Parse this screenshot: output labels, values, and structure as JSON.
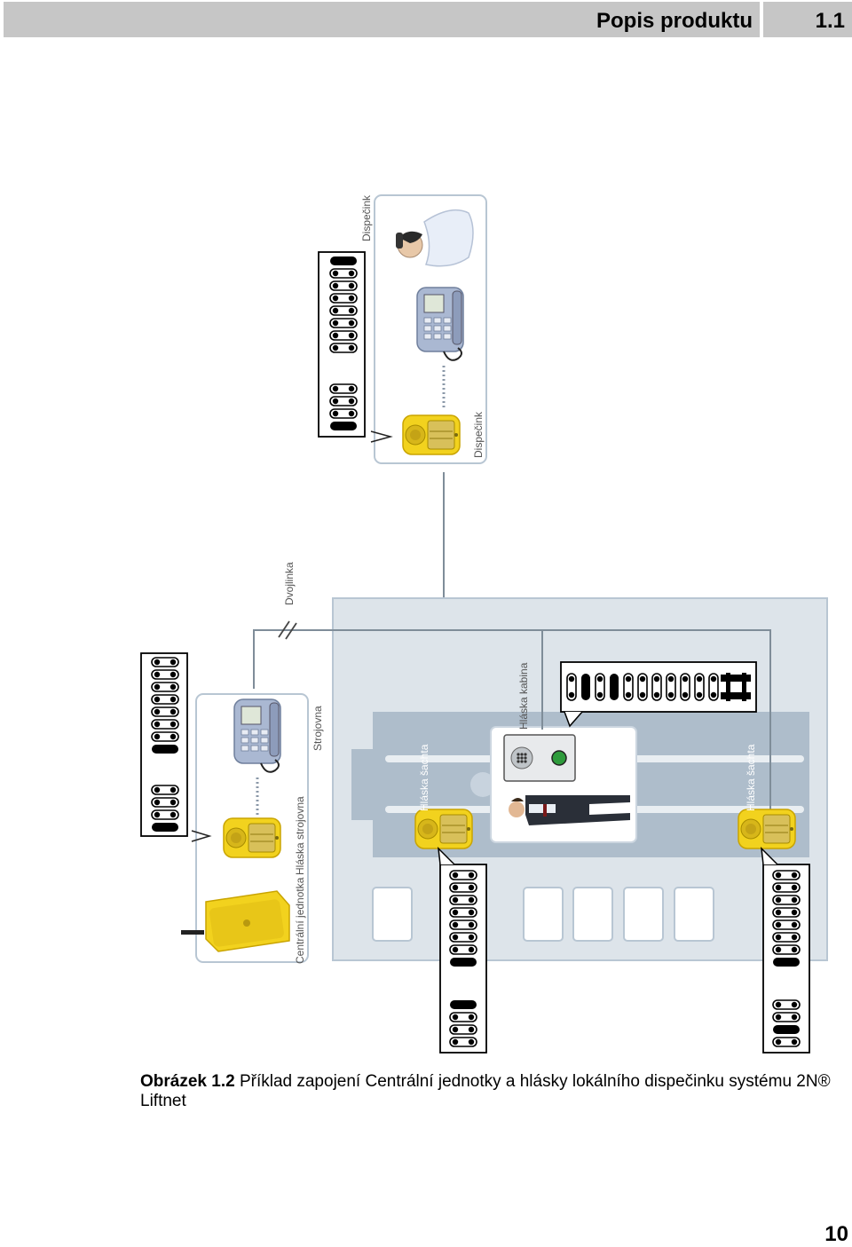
{
  "header": {
    "title": "Popis produktu",
    "section": "1.1"
  },
  "diagram": {
    "labels": {
      "dispecink_top": "Dispečink",
      "dispecink_box": "Dispečink",
      "dvojlinka": "Dvojlinka",
      "strojovna": "Strojovna",
      "hlaska_kabina": "Hláska kabina",
      "hlaska_sachta_left": "Hláska šachta",
      "hlaska_sachta_right": "Hláska šachta",
      "centralni_jednotka": "Centrální jednotka",
      "hlaska_strojovna": "Hláska strojovna"
    },
    "colors": {
      "device_yellow": "#f2d21e",
      "building": "#dde4ea",
      "shaft": "#aebdcb",
      "line": "#7f8d99"
    }
  },
  "caption": {
    "label": "Obrázek 1.2",
    "text": " Příklad zapojení Centrální jednotky a hlásky lokálního dispečinku systému 2N® Liftnet"
  },
  "page": {
    "number": "10"
  }
}
